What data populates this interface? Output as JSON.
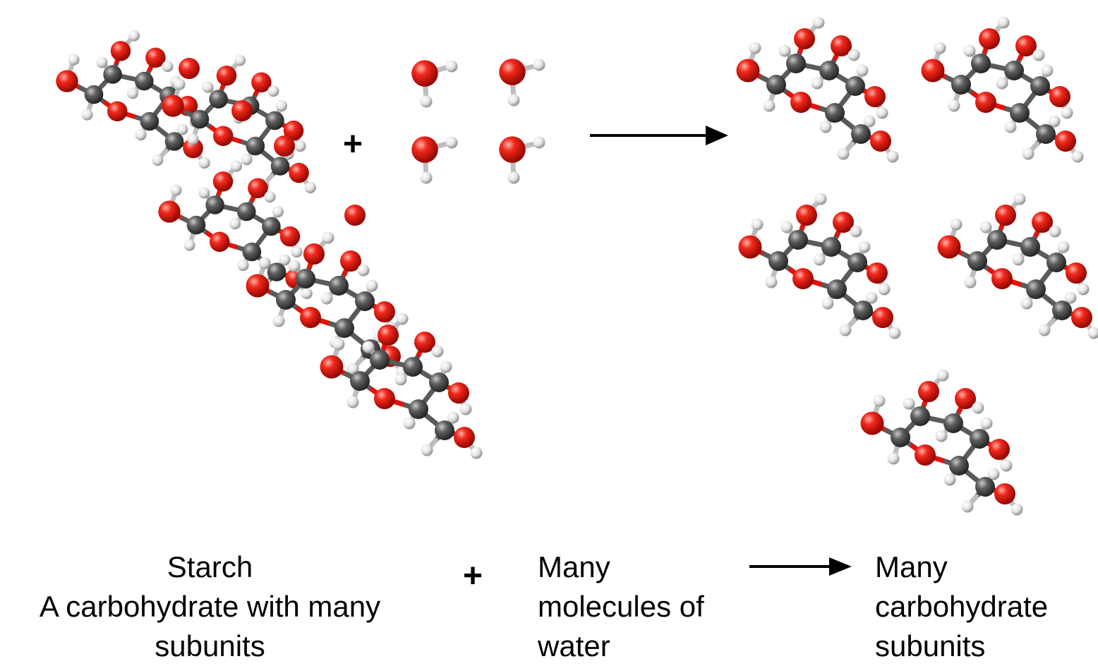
{
  "diagram": {
    "colors": {
      "oxygen": "#e3120b",
      "carbon": "#5a5a5a",
      "hydrogen": "#e6e6e6",
      "ink": "#000000",
      "background": "#ffffff"
    },
    "symbols": {
      "plus": "+"
    },
    "labels": {
      "starch": {
        "line1": "Starch",
        "line2": "A carbohydrate with many",
        "line3": "subunits"
      },
      "water": {
        "line1": "Many",
        "line2": "molecules of",
        "line3": "water"
      },
      "subunits": {
        "line1": "Many",
        "line2": "carbohydrate",
        "line3": "subunits"
      }
    }
  }
}
